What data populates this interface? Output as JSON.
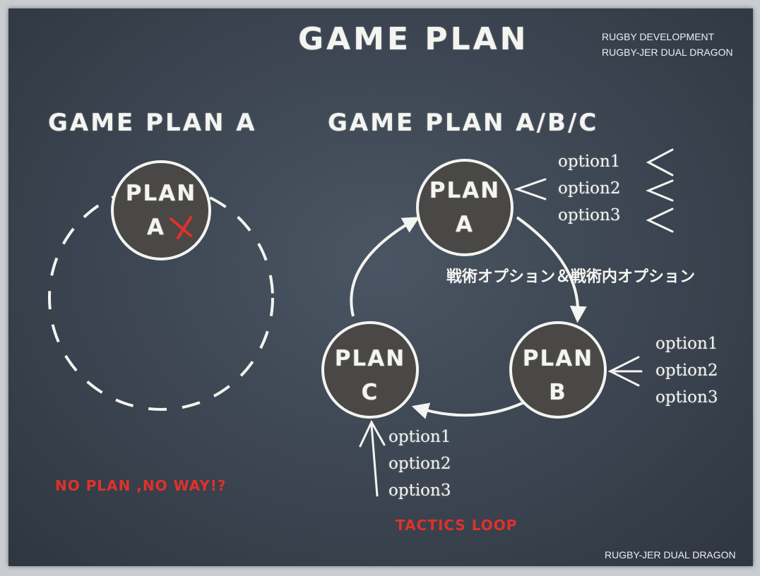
{
  "title": "GAME PLAN",
  "credit_top": [
    "RUGBY DEVELOPMENT",
    "RUGBY-JER DUAL DRAGON"
  ],
  "credit_bottom": "RUGBY-JER DUAL DRAGON",
  "left_panel": {
    "heading": "GAME PLAN A",
    "node": {
      "line1": "PLAN",
      "line2": "A"
    },
    "caption": "NO PLAN ,NO WAY!?"
  },
  "right_panel": {
    "heading": "GAME PLAN A/B/C",
    "node_a": {
      "line1": "PLAN",
      "line2": "A"
    },
    "node_b": {
      "line1": "PLAN",
      "line2": "B"
    },
    "node_c": {
      "line1": "PLAN",
      "line2": "C"
    },
    "options_a": [
      "option1",
      "option2",
      "option3"
    ],
    "options_b": [
      "option1",
      "option2",
      "option3"
    ],
    "options_c": [
      "option1",
      "option2",
      "option3"
    ],
    "jp_label": "戦術オプション＆戦術内オプション",
    "caption": "TACTICS LOOP"
  },
  "colors": {
    "board": "#3b4450",
    "chalk": "#f4f4f0",
    "node_fill": "#4a4846",
    "accent_red": "#e0312a"
  }
}
